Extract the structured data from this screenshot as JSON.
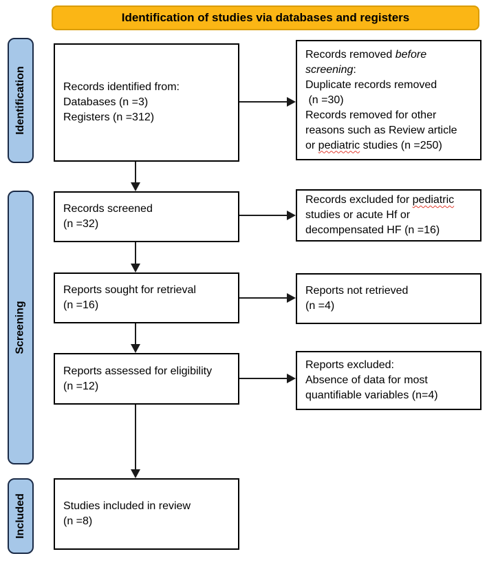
{
  "colors": {
    "banner-bg": "#FBB615",
    "banner-border": "#DA9C00",
    "stage-bg": "#A6C7E8",
    "stage-border": "#1B2B47",
    "box-border": "#000000",
    "arrow-color": "#1A1A1A",
    "misspell-color": "#E23B2E",
    "text-color": "#000000",
    "page-bg": "#FFFFFF"
  },
  "diagram": {
    "banner": {
      "title": "Identification of studies via databases and registers"
    },
    "stages": [
      {
        "label": "Identification"
      },
      {
        "label": "Screening"
      },
      {
        "label": "Included"
      }
    ],
    "boxes": {
      "records_identified": {
        "lines": [
          "Records identified from:",
          "Databases (n =3)",
          "Registers (n =312)"
        ]
      },
      "records_removed": {
        "l1_normal": "Records removed ",
        "l1_italic": "before",
        "l2_italic": "screening",
        "l2_normal": ":",
        "l3": "Duplicate records removed",
        "l4": " (n =30)",
        "l5": "Records removed for other",
        "l6": "reasons such as Review article",
        "l7a": "or ",
        "l7b_misspelled": "pediatric",
        "l7c": " studies (n =250)"
      },
      "records_screened": {
        "lines": [
          "Records screened",
          "(n =32)"
        ]
      },
      "records_excluded": {
        "l1a": "Records excluded for ",
        "l1b_misspelled": "pediatric",
        "l2": "studies or acute Hf or",
        "l3": "decompensated HF (n =16)"
      },
      "reports_sought": {
        "lines": [
          "Reports sought for retrieval",
          "(n =16)"
        ]
      },
      "reports_not_retrieved": {
        "lines": [
          "Reports not retrieved",
          "(n =4)"
        ]
      },
      "reports_assessed": {
        "lines": [
          "Reports assessed for eligibility",
          "(n =12)"
        ]
      },
      "reports_excluded": {
        "lines": [
          "Reports excluded:",
          "Absence of data for most",
          "quantifiable variables (n=4)"
        ]
      },
      "studies_included": {
        "lines": [
          "Studies included in review",
          "(n =8)"
        ]
      }
    }
  }
}
